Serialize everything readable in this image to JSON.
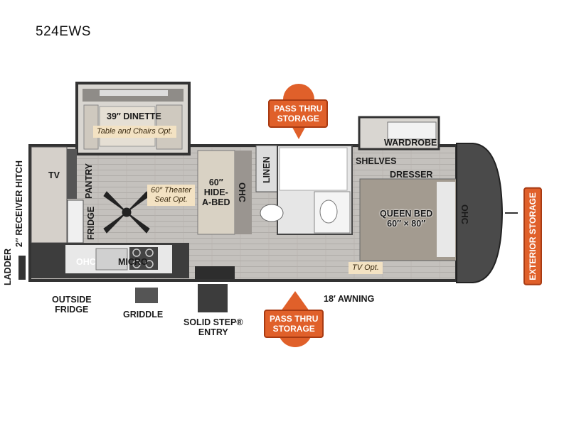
{
  "model": "524EWS",
  "labels": {
    "dinette": "39″ DINETTE",
    "table_opt": "Table and Chairs Opt.",
    "pass_thru_top": [
      "PASS THRU",
      "STORAGE"
    ],
    "pass_thru_bottom": [
      "PASS THRU",
      "STORAGE"
    ],
    "wardrobe": "WARDROBE",
    "shelves": "SHELVES",
    "dresser": "DRESSER",
    "exterior_storage": "EXTERIOR STORAGE",
    "tv": "TV",
    "pantry": "PANTRY",
    "fridge": "FRIDGE",
    "theater_opt": [
      "60″ Theater",
      "Seat Opt."
    ],
    "hide_a_bed": [
      "60″",
      "HIDE-",
      "A-BED"
    ],
    "ohc_sofa": "OHC",
    "linen": "LINEN",
    "queen_bed": [
      "QUEEN BED",
      "60″ × 80″"
    ],
    "ohc_front": "OHC",
    "receiver_hitch": "2″ RECEIVER HITCH",
    "ladder": "LADDER",
    "ohc_kitchen": "OHC",
    "micro": "MICRO",
    "tv_opt": "TV Opt.",
    "outside_fridge": [
      "OUTSIDE",
      "FRIDGE"
    ],
    "griddle": "GRIDDLE",
    "solid_step": [
      "SOLID STEP®",
      "ENTRY"
    ],
    "awning": "18′ AWNING"
  },
  "colors": {
    "accent_orange": "#e0602a",
    "option_tan": "#f3e2c3",
    "floor_gray": "#bfbcb8",
    "wall_dark": "#3b3b3b"
  }
}
